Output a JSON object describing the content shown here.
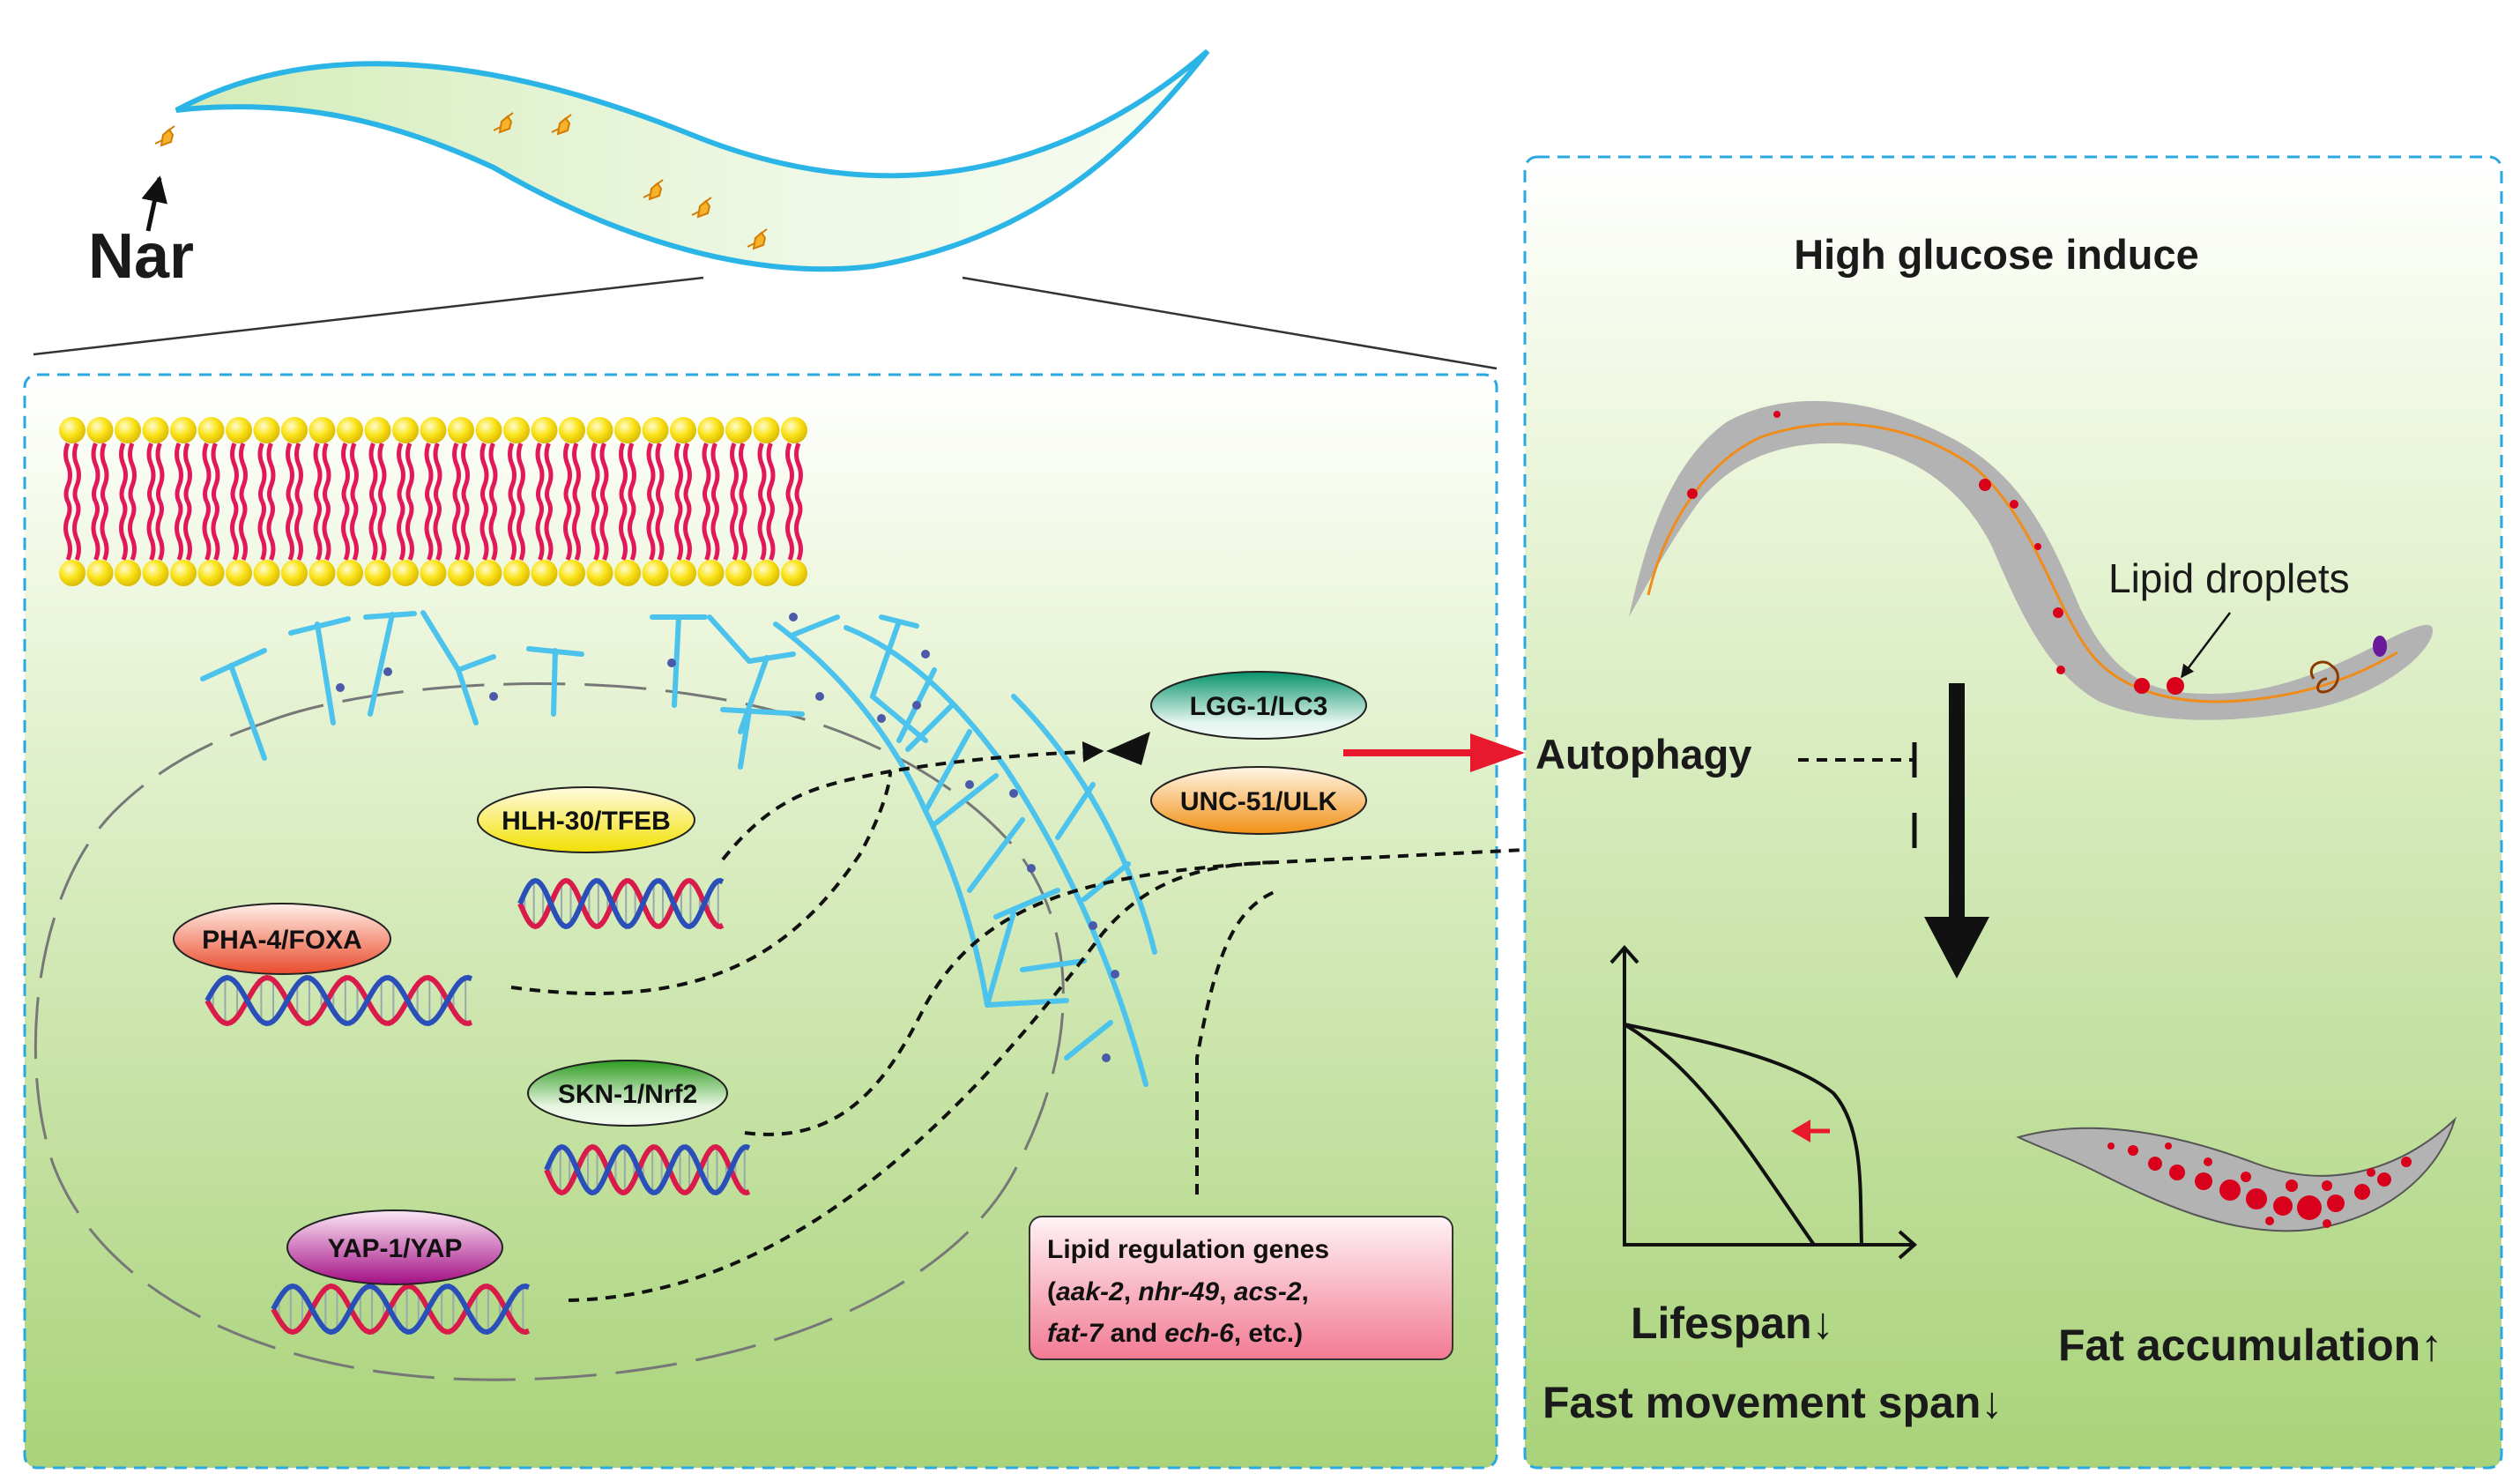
{
  "compound_label": "Nar",
  "condition_title": "High glucose induce",
  "lipid_droplets_label": "Lipid droplets",
  "autophagy_label": "Autophagy",
  "transcription_factors": [
    "HLH-30/TFEB",
    "PHA-4/FOXA",
    "SKN-1/Nrf2",
    "YAP-1/YAP"
  ],
  "autophagy_proteins": [
    "LGG-1/LC3",
    "UNC-51/ULK"
  ],
  "lipid_box": {
    "title": "Lipid regulation genes",
    "line2_parts": [
      "(",
      "aak-2",
      ", ",
      "nhr-49",
      ", ",
      "acs-2",
      ","
    ],
    "line3_parts": [
      "fat-7",
      " and ",
      "ech-6",
      ", etc.)"
    ]
  },
  "outcomes": {
    "lifespan": "Lifespan↓",
    "movement": "Fast movement span↓",
    "fat": "Fat accumulation↑"
  },
  "colors": {
    "panel_dash": "#2aa8e0",
    "worm_outline": "#2bb5e6",
    "er": "#4cc3ec",
    "arrow_red": "#e8192c",
    "lipid_red": "#d9001b",
    "hlh30": "#f5e600",
    "pha4": "#ef5a36",
    "skn1": "#3daa2a",
    "yap1": "#b0168f",
    "lgg1": "#0e9b70",
    "unc51": "#f39a1e"
  }
}
